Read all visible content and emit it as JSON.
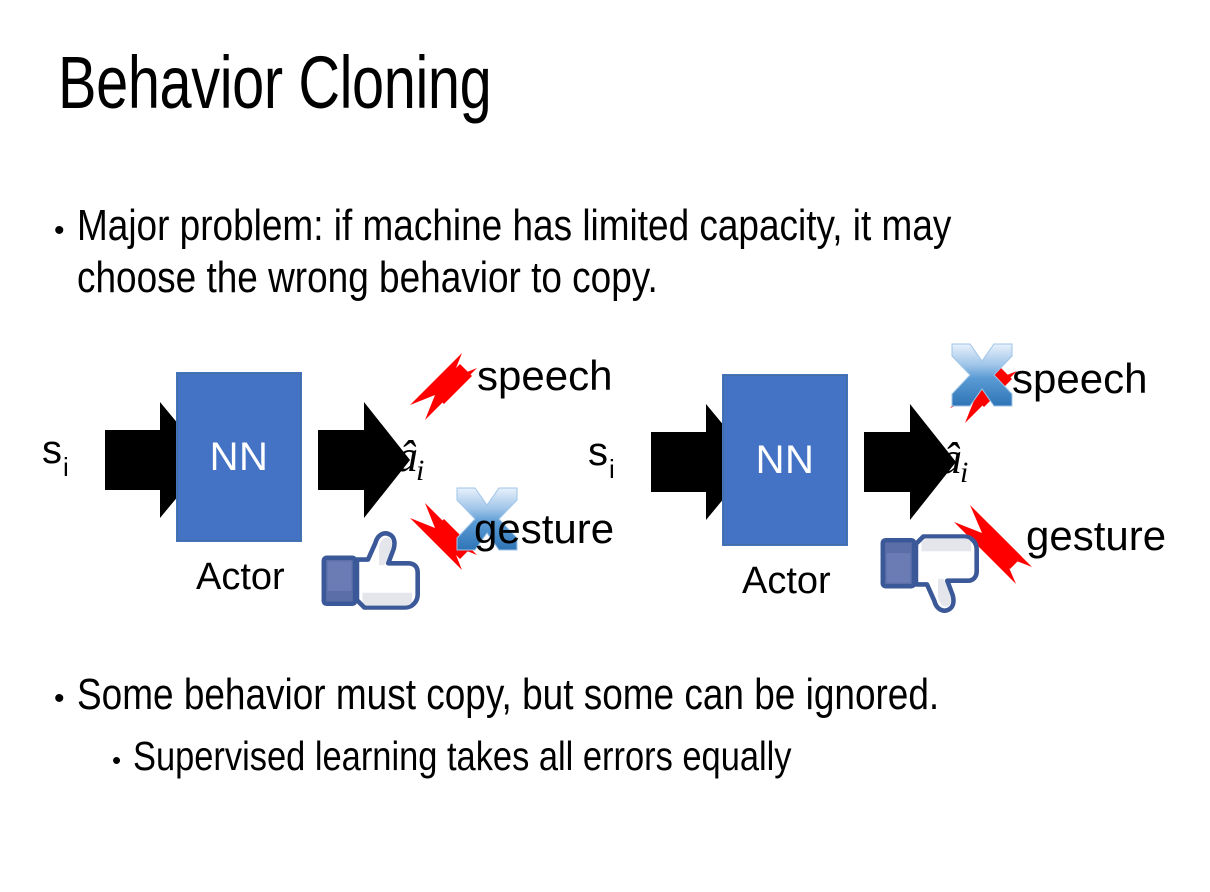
{
  "slide": {
    "title": "Behavior Cloning",
    "background_color": "#FFFFFF",
    "text_color": "#000000"
  },
  "bullets": [
    {
      "marker": "•",
      "level": 1,
      "text": "Major problem: if machine has limited capacity, it may choose the wrong behavior to copy."
    },
    {
      "marker": "•",
      "level": 1,
      "text": "Some behavior must copy, but some can be ignored."
    },
    {
      "marker": "•",
      "level": 2,
      "text": "Supervised learning takes all errors equally"
    }
  ],
  "diagrams": [
    {
      "id": "left",
      "state_label": "s",
      "state_subscript": "i",
      "box_label": "NN",
      "box_caption": "Actor",
      "action_label": "â",
      "action_subscript": "i",
      "outputs": [
        {
          "name": "speech",
          "label": "speech",
          "crossed_out": false
        },
        {
          "name": "gesture",
          "label": "gesture",
          "crossed_out": true
        }
      ],
      "feedback_icon": "thumbs-up-icon"
    },
    {
      "id": "right",
      "state_label": "s",
      "state_subscript": "i",
      "box_label": "NN",
      "box_caption": "Actor",
      "action_label": "â",
      "action_subscript": "i",
      "outputs": [
        {
          "name": "speech",
          "label": "speech",
          "crossed_out": true
        },
        {
          "name": "gesture",
          "label": "gesture",
          "crossed_out": false
        }
      ],
      "feedback_icon": "thumbs-down-icon"
    }
  ],
  "colors": {
    "nn_box_fill": "#4472C4",
    "nn_box_border": "#41719C",
    "nn_text": "#FFFFFF",
    "arrow_black": "#000000",
    "arrow_red": "#FF0000",
    "cross_blue_light": "#CFE0F5",
    "cross_blue_mid": "#5B9BD5",
    "cross_blue_dark": "#2E75B6",
    "thumb_outline": "#3B5998",
    "thumb_fill": "#FFFFFF",
    "thumb_cuff": "#5B6EA8",
    "thumb_shade": "#E4E6EB"
  }
}
